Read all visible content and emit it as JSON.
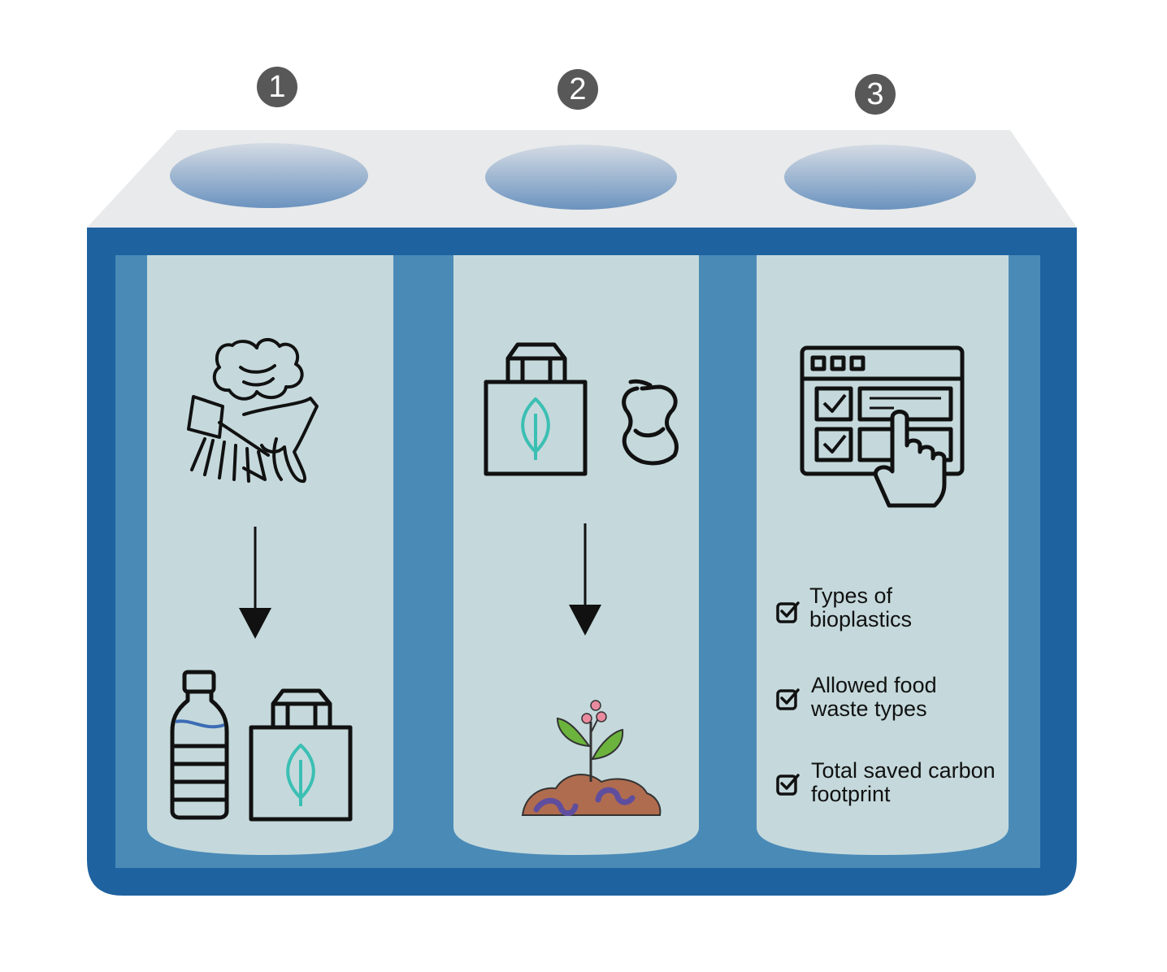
{
  "steps": [
    {
      "number": "1",
      "icons": [
        "food-waste-icon",
        "arrow-down-icon",
        "plastic-bottle-icon",
        "bioplastic-bag-icon"
      ]
    },
    {
      "number": "2",
      "icons": [
        "bioplastic-bag-icon",
        "apple-core-icon",
        "arrow-down-icon",
        "compost-sprout-icon"
      ]
    },
    {
      "number": "3",
      "icons": [
        "web-dashboard-icon"
      ]
    }
  ],
  "checklist": [
    {
      "text": "Types of bioplastics"
    },
    {
      "text": "Allowed food waste types"
    },
    {
      "text": "Total saved carbon footprint"
    }
  ],
  "colors": {
    "bin_outer": "#1e62a0",
    "bin_inner": "#4a8ab7",
    "column_fill": "#c5d9dc",
    "lid": "#e9eaeb",
    "badge": "#585858",
    "leaf_accent": "#3bbfb3"
  }
}
